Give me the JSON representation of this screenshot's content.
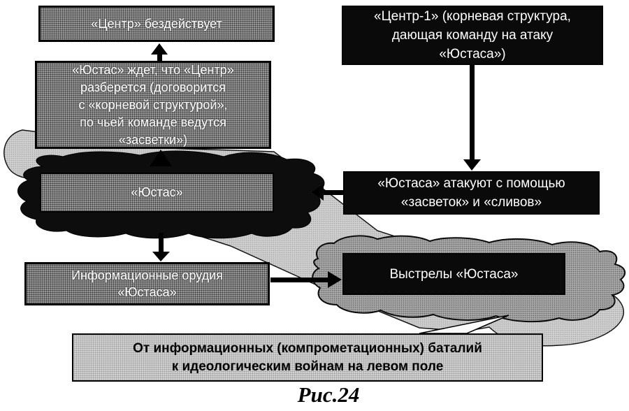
{
  "figure": {
    "caption": "Рис.24"
  },
  "nodes": {
    "center_idle": {
      "text": "«Центр» бездействует"
    },
    "yustas_waits": {
      "text": "«Юстас» ждет, что «Центр»\nразберется (договорится\nс «корневой структурой»,\nпо чьей команде ведутся\n«засветки»)"
    },
    "center1": {
      "text": "«Центр-1» (корневая структура,\nдающая команду на атаку\n«Юстаса»)"
    },
    "attack": {
      "text": "«Юстаса» атакуют с помощью\n«засветок» и «сливов»"
    },
    "yustas": {
      "text": "«Юстас»"
    },
    "weapons": {
      "text": "Информационные орудия\n«Юстаса»"
    },
    "shots": {
      "text": "Выстрелы «Юстаса»"
    },
    "conclusion": {
      "text": "От информационных (компрометационных) баталий\nк идеологическим войнам на левом поле"
    }
  },
  "colors": {
    "box_gray": "#8f8f8f",
    "box_black": "#0a0a0a",
    "blob_black": "#0d0d0d",
    "blob_dark_gray": "#a8a8a8",
    "blob_light_gray": "#cfcfcf",
    "panel_light": "#d0d0d0",
    "text_light": "#ffffff",
    "text_dark": "#000000"
  }
}
